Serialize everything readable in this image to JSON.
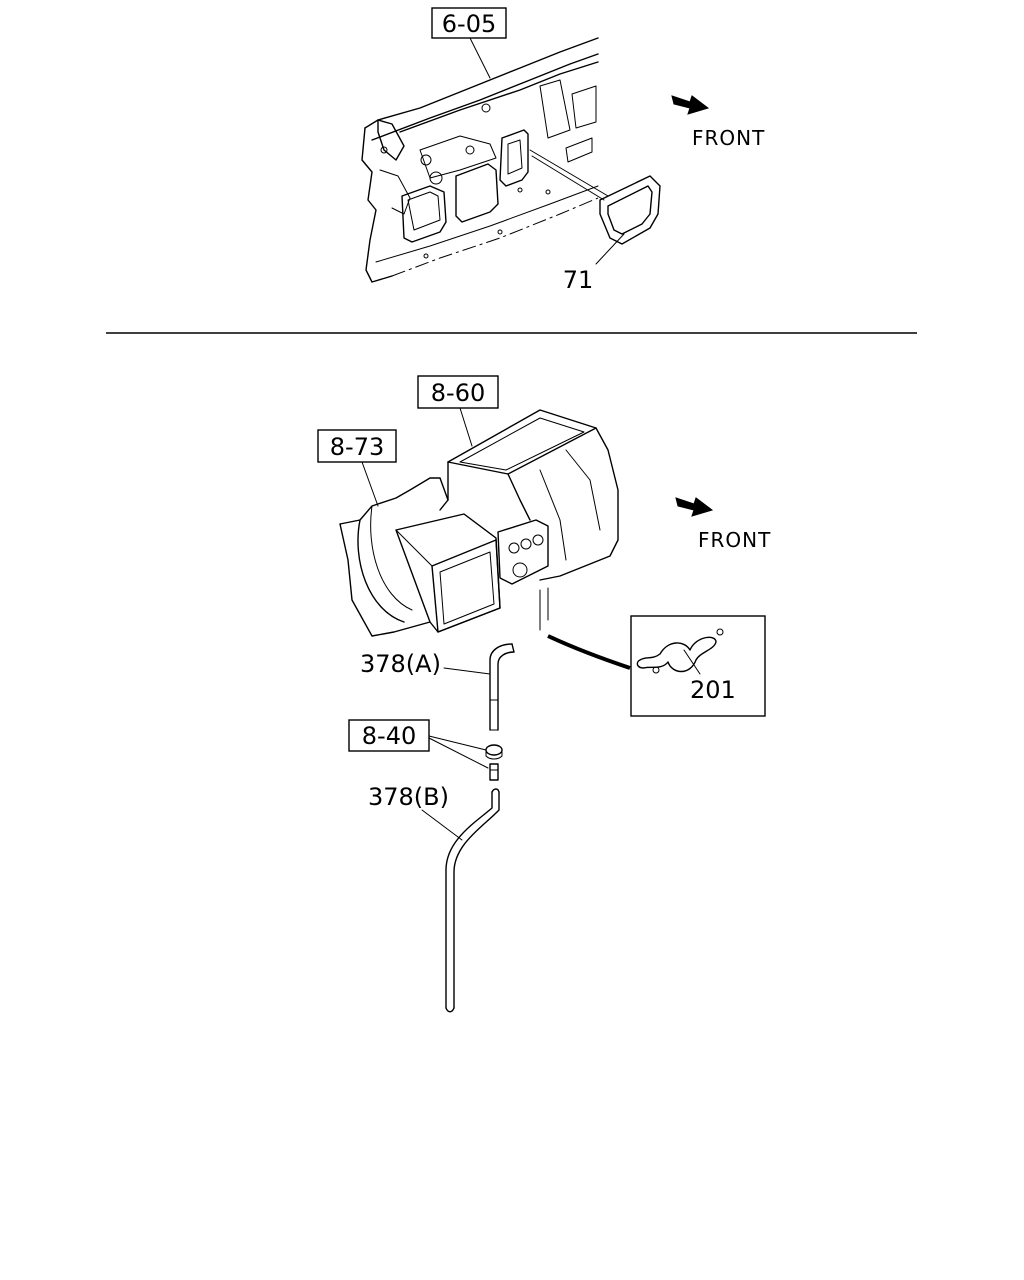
{
  "top_section": {
    "ref_box": "6-05",
    "part_label": "71",
    "front_label": "FRONT"
  },
  "bottom_section": {
    "ref_box_heater": "8-60",
    "ref_box_duct": "8-73",
    "ref_box_clamp": "8-40",
    "hose_a_label": "378(A)",
    "hose_b_label": "378(B)",
    "clip_label": "201",
    "front_label": "FRONT"
  }
}
